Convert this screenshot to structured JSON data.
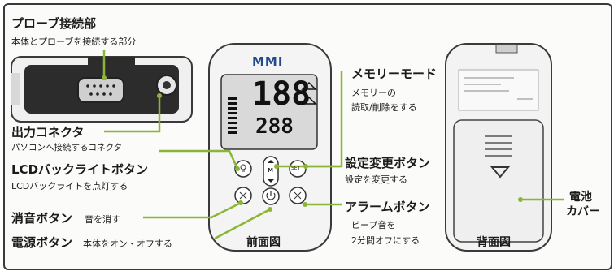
{
  "probe_connector": {
    "title": "プローブ接続部",
    "desc": "本体とプローブを接続する部分"
  },
  "output_connector": {
    "title": "出力コネクタ",
    "desc": "パソコンへ接続するコネクタ"
  },
  "lcd_backlight": {
    "title": "LCDバックライトボタン",
    "desc": "LCDバックライトを点灯する"
  },
  "mute": {
    "title": "消音ボタン",
    "desc": "音を消す"
  },
  "power": {
    "title": "電源ボタン",
    "desc": "本体をオン・オフする"
  },
  "memory_mode": {
    "title": "メモリーモード",
    "desc_1": "メモリーの",
    "desc_2": "読取/削除をする"
  },
  "settings_change": {
    "title": "設定変更ボタン",
    "desc": "設定を変更する"
  },
  "alarm": {
    "title": "アラームボタン",
    "desc_1": "ビープ音を",
    "desc_2": "2分間オフにする"
  },
  "battery_cover": {
    "title_1": "電池",
    "title_2": "カバー"
  },
  "front_view_caption": "前面図",
  "back_view_caption": "背面図",
  "device": {
    "logo": "MMI",
    "lcd_main": "188",
    "lcd_sub": "288",
    "set_button": "SET",
    "m_button": "M"
  },
  "colors": {
    "leader": "#8bb535",
    "frame": "#3a3a3a",
    "lcd": "#d9d9d9"
  }
}
